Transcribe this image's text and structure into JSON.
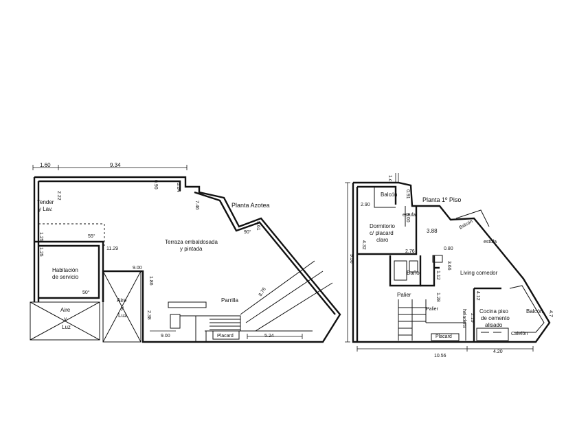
{
  "plans": {
    "azotea": {
      "title": "Planta Azotea",
      "rooms": {
        "tender": [
          "Tender",
          "y Lav."
        ],
        "habitacion": [
          "Habitación",
          "de servicio"
        ],
        "aire_left": [
          "Aire",
          "y",
          "Luz"
        ],
        "aire_center": [
          "Aire",
          "y",
          "Luz"
        ],
        "terraza": [
          "Terraza embaldosada",
          "y pintada"
        ],
        "parrilla": "Parrilla",
        "placard": "Placard"
      },
      "dims": {
        "top_left": "1.60",
        "top_main": "9.34",
        "d_222": "2.22",
        "d_090": "0.90",
        "d_324": "3.24",
        "d_746": "7.46",
        "d_125a": "1.25",
        "d_125b": "1.25",
        "d_55": "55°",
        "d_1129": "11.29",
        "d_90a": "90°",
        "d_961": "9.61",
        "d_900a": "9.00",
        "d_186": "1.86",
        "d_50": "50°",
        "d_876": "8.76",
        "d_238": "2.38",
        "d_900b": "9.00",
        "d_524": "5.24"
      }
    },
    "primer_piso": {
      "title": "Planta 1º Piso",
      "rooms": {
        "balcon_top": "Balcón",
        "dormitorio": [
          "Dormitorio",
          "c/ placard",
          "claro"
        ],
        "baño": "Baño",
        "living": "Living comedor",
        "placard": "Placard",
        "cocina": [
          "Cocina piso",
          "de cemento",
          "alisado"
        ],
        "balcon_right": "Balcón",
        "balcon_diag": "Balcón",
        "calefon": "Calefón",
        "estufa_a": "estufa",
        "estufa_b": "estufa",
        "palier_a": "Palier",
        "palier_b": "Palier",
        "heladera": "heladera"
      },
      "dims": {
        "d_1c": "1.c",
        "d_091": "0.91",
        "d_290": "2.90",
        "d_300": "3.00",
        "d_388": "3.88",
        "d_432": "4.32",
        "d_956": "9.56",
        "d_276": "2.76",
        "d_080": "0.80",
        "d_366": "3.66",
        "d_112": "1.12",
        "d_128": "1.28",
        "d_412": "4.12",
        "d_219": "2.19",
        "d_1056": "10.56",
        "d_420": "4.20",
        "d_47": "4.7"
      }
    }
  }
}
